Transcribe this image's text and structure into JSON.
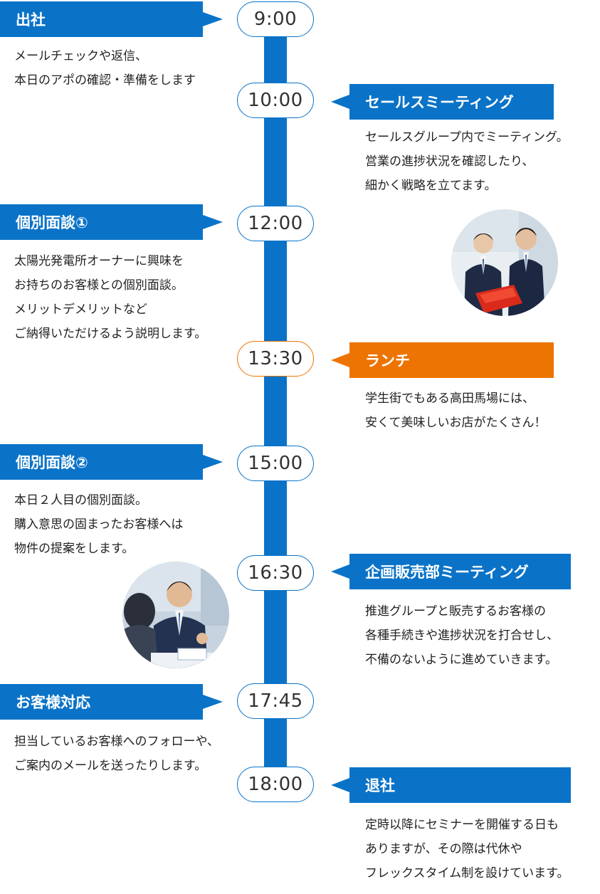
{
  "colors": {
    "blue": "#0a73c8",
    "orange": "#ee7402"
  },
  "schedule": [
    {
      "time": "9:00",
      "title": "出社",
      "description": "メールチェックや返信、\n本日のアポの確認・準備をします"
    },
    {
      "time": "10:00",
      "title": "セールスミーティング",
      "description": "セールスグループ内でミーティング。\n営業の進捗状況を確認したり、\n細かく戦略を立てます。"
    },
    {
      "time": "12:00",
      "title": "個別面談①",
      "description": "太陽光発電所オーナーに興味を\nお持ちのお客様との個別面談。\nメリットデメリットなど\nご納得いただけるよう説明します。"
    },
    {
      "time": "13:30",
      "title": "ランチ",
      "description": "学生街でもある高田馬場には、\n安くて美味しいお店がたくさん！"
    },
    {
      "time": "15:00",
      "title": "個別面談②",
      "description": "本日２人目の個別面談。\n購入意思の固まったお客様へは\n物件の提案をします。"
    },
    {
      "time": "16:30",
      "title": "企画販売部ミーティング",
      "description": "推進グループと販売するお客様の\n各種手続きや進捗状況を打合せし、\n不備のないように進めていきます。"
    },
    {
      "time": "17:45",
      "title": "お客様対応",
      "description": "担当しているお客様へのフォローや、\nご案内のメールを送ったりします。"
    },
    {
      "time": "18:00",
      "title": "退社",
      "description": "定時以降にセミナーを開催する日も\nありますが、その際は代休や\nフレックスタイム制を設けています。"
    }
  ]
}
